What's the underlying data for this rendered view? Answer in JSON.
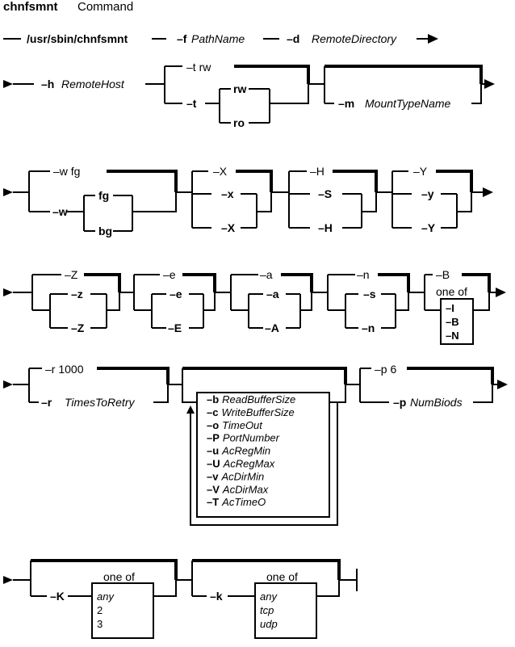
{
  "title": {
    "command_name": "chnfsmnt",
    "command_word": "Command"
  },
  "line1": {
    "path": "/usr/sbin/chnfsmnt",
    "f_flag": "–f",
    "f_arg": "PathName",
    "d_flag": "–d",
    "d_arg": "RemoteDirectory"
  },
  "line2": {
    "h_flag": "–h",
    "h_arg": "RemoteHost",
    "t_default": "–t  rw",
    "t_flag": "–t",
    "t_rw": "rw",
    "t_ro": "ro",
    "m_flag": "–m",
    "m_arg": "MountTypeName"
  },
  "line3": {
    "w_default": "–w  fg",
    "w_flag": "–w",
    "w_fg": "fg",
    "w_bg": "bg",
    "X_default": "–X",
    "x_lower": "–x",
    "x_upper": "–X",
    "H_default": "–H",
    "s_upper": "–S",
    "h_upper": "–H",
    "Y_default": "–Y",
    "y_lower": "–y",
    "y_upper": "–Y"
  },
  "line4": {
    "Z_default": "–Z",
    "z_lower": "–z",
    "z_upper": "–Z",
    "e_default": "–e",
    "e_lower": "–e",
    "E_upper": "–E",
    "a_default": "–a",
    "a_lower": "–a",
    "A_upper": "–A",
    "n_default": "–n",
    "s_lower": "–s",
    "n_lower": "–n",
    "B_default": "–B",
    "oneof_label": "one of",
    "oneof_items": [
      "–I",
      "–B",
      "–N"
    ]
  },
  "line5": {
    "r_default": "–r 1000",
    "r_flag": "–r",
    "r_arg": "TimesToRetry",
    "options": [
      {
        "flag": "–b",
        "arg": "ReadBufferSize"
      },
      {
        "flag": "–c",
        "arg": "WriteBufferSize"
      },
      {
        "flag": "–o",
        "arg": "TimeOut"
      },
      {
        "flag": "–P",
        "arg": "PortNumber"
      },
      {
        "flag": "–u",
        "arg": "AcRegMin"
      },
      {
        "flag": "–U",
        "arg": "AcRegMax"
      },
      {
        "flag": "–v",
        "arg": "AcDirMin"
      },
      {
        "flag": "–V",
        "arg": "AcDirMax"
      },
      {
        "flag": "–T",
        "arg": "AcTimeO"
      }
    ],
    "p_default": "–p 6",
    "p_flag": "–p",
    "p_arg": "NumBiods"
  },
  "line6": {
    "K_flag": "–K",
    "K_oneof": "one of",
    "K_items": [
      "any",
      "2",
      "3"
    ],
    "k_flag": "–k",
    "k_oneof": "one of",
    "k_items": [
      "any",
      "tcp",
      "udp"
    ]
  }
}
